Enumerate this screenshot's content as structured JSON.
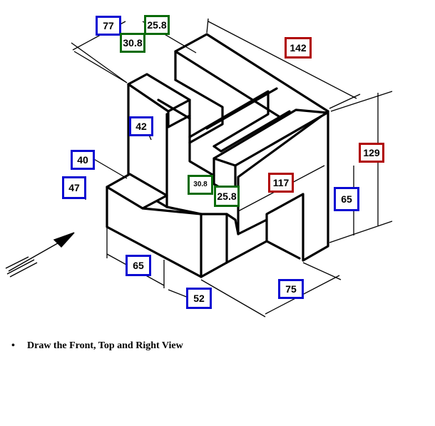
{
  "colors": {
    "ink": "#000000",
    "overall_box": "#b00000",
    "blue_box": "#0a0ad2",
    "green_box": "#0a6b0a",
    "background": "#ffffff"
  },
  "dimensions": {
    "overall_length": "142",
    "overall_height": "129",
    "inner_length": "117",
    "top_width": "77",
    "left_step": "40",
    "left_height": "47",
    "slot_depth": "42",
    "base_front": "65",
    "base_width": "52",
    "base_right": "75",
    "right_height": "65",
    "slot_top_a": "25.8",
    "slot_top_b": "30.8",
    "slot_mid_a": "30.8",
    "slot_mid_b": "25.8"
  },
  "instruction": {
    "bullet": "•",
    "text": "Draw the Front, Top and Right View"
  },
  "arrow": {
    "icon": "viewing-direction-arrow-icon"
  }
}
